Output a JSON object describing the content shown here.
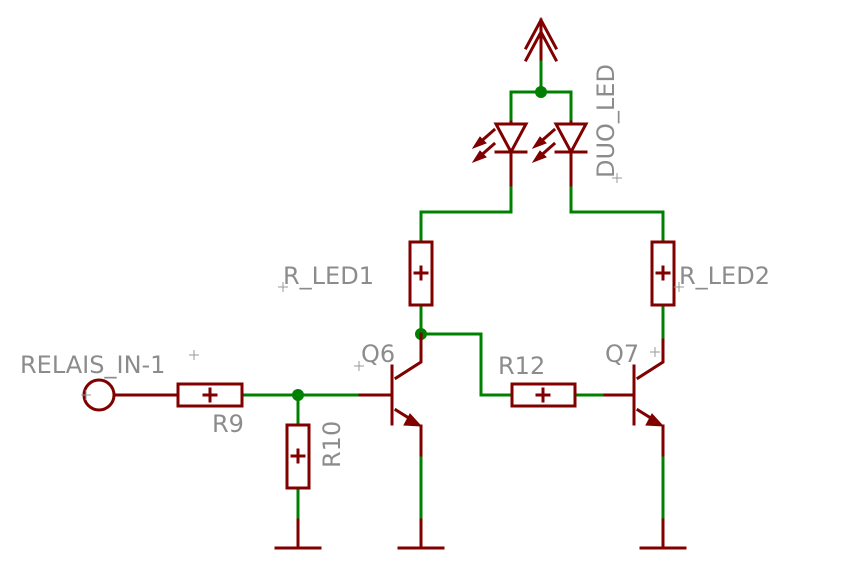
{
  "labels": {
    "relais_in": "RELAIS_IN-1",
    "r9": "R9",
    "r10": "R10",
    "q6": "Q6",
    "r_led1": "R_LED1",
    "r12": "R12",
    "q7": "Q7",
    "r_led2": "R_LED2",
    "duo_led": "DUO_LED"
  },
  "colors": {
    "part": "#800000",
    "wire": "#008000",
    "label": "#8c8c8c"
  }
}
